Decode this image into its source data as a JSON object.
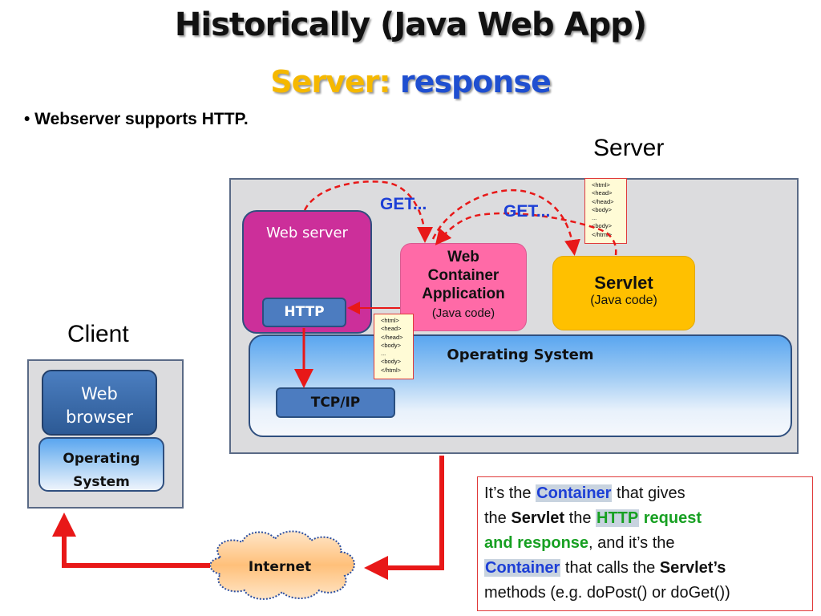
{
  "title": "Historically (Java Web App)",
  "subtitle": {
    "part1": "Server:",
    "part2": "response"
  },
  "bullet": "• Webserver supports HTTP.",
  "labels": {
    "server": "Server",
    "client": "Client"
  },
  "server": {
    "web_server": "Web server",
    "http": "HTTP",
    "tcpip": "TCP/IP",
    "os": "Operating System",
    "wca": {
      "line1": "Web",
      "line2": "Container",
      "line3": "Application",
      "line4": "(Java code)"
    },
    "servlet": {
      "title": "Servlet",
      "sub": "(Java code)"
    },
    "get_label_1": "GET...",
    "get_label_2": "GET...",
    "html_code": [
      "<html>",
      "<head>",
      "</head>",
      "<body>",
      "...",
      "<body>",
      "</html>"
    ]
  },
  "client": {
    "browser": {
      "line1": "Web",
      "line2": "browser"
    },
    "os": {
      "line1": "Operating",
      "line2": "System"
    }
  },
  "internet": "Internet",
  "note": {
    "p1": "It’s the ",
    "container1": "Container",
    "p2": " that gives",
    "p3": "the ",
    "servlet1": "Servlet",
    "p4": " the ",
    "http": "HTTP",
    "request": " request",
    "and_response": "and response",
    "p5": ", and it’s the",
    "container2": "Container",
    "p6": " that calls the ",
    "servlets": "Servlet’s",
    "p7": "methods (e.g. doPost() or doGet())"
  },
  "colors": {
    "accent_red": "#e81818",
    "get_blue": "#1d3fd6",
    "web_server": "#cc2f9a",
    "wca": "#ff6aa7",
    "servlet": "#ffc000",
    "http_box": "#4c7cc0"
  }
}
